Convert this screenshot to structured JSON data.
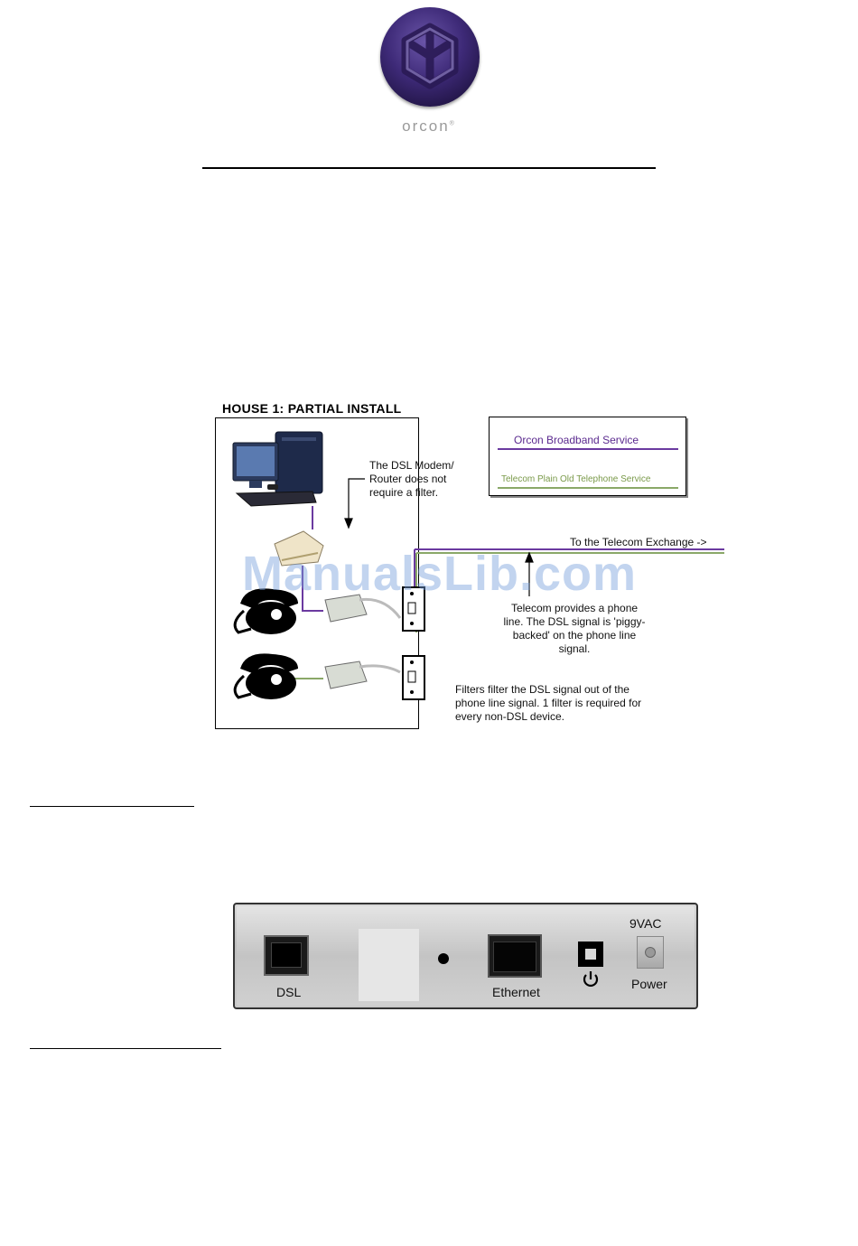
{
  "brand": {
    "name": "orcon",
    "mark": "®"
  },
  "diagram": {
    "title": "HOUSE 1: PARTIAL INSTALL",
    "legend": {
      "broadband": "Orcon Broadband Service",
      "pots": "Telecom Plain Old Telephone Service",
      "broadband_color": "#6b3aa0",
      "pots_color": "#8aa868"
    },
    "notes": {
      "modem_line1": "The DSL Modem/",
      "modem_line2": "Router does not",
      "modem_line3": "require a filter.",
      "exchange": "To the Telecom Exchange ->",
      "telecom_line1": "Telecom provides a phone",
      "telecom_line2": "line.  The DSL signal is 'piggy-",
      "telecom_line3": "backed' on the phone line",
      "telecom_line4": "signal.",
      "filters_line1": "Filters filter the DSL signal out of the",
      "filters_line2": "phone line signal.  1 filter is required for",
      "filters_line3": "every non-DSL device."
    }
  },
  "watermark": "ManualsLib.com",
  "panel": {
    "dsl": "DSL",
    "ethernet": "Ethernet",
    "voltage": "9VAC",
    "power": "Power"
  }
}
